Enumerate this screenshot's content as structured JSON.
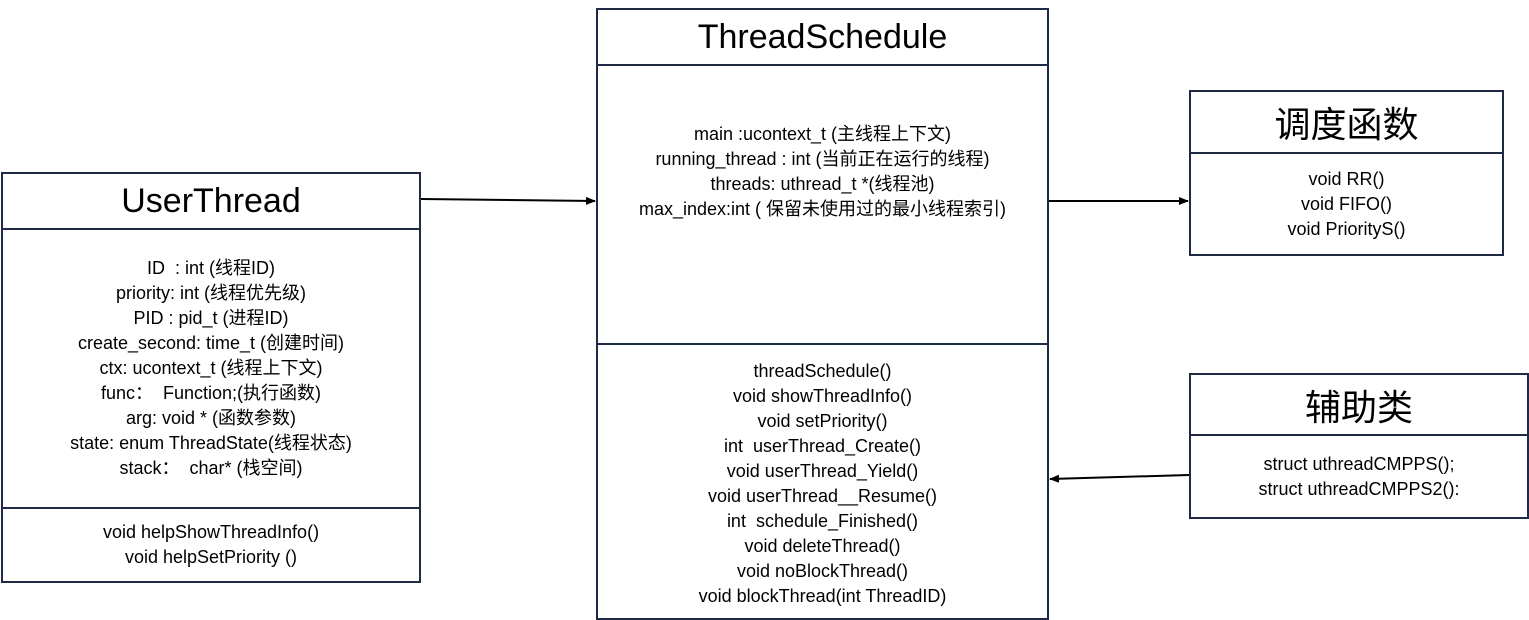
{
  "user_thread": {
    "title": "UserThread",
    "attributes": [
      "ID  : int (线程ID)",
      "priority: int (线程优先级)",
      "PID : pid_t (进程ID)",
      "create_second: time_t (创建时间)",
      "ctx: ucontext_t (线程上下文)",
      "func：  Function;(执行函数)",
      "arg: void * (函数参数)",
      "state: enum ThreadState(线程状态)",
      "stack：  char* (栈空间)"
    ],
    "methods": [
      "void helpShowThreadInfo()",
      "void helpSetPriority ()"
    ]
  },
  "thread_schedule": {
    "title": "ThreadSchedule",
    "attributes": [
      "main :ucontext_t (主线程上下文)",
      "running_thread : int (当前正在运行的线程)",
      "threads: uthread_t *(线程池)",
      "max_index:int ( 保留未使用过的最小线程索引)"
    ],
    "methods": [
      "threadSchedule()",
      "void showThreadInfo()",
      "void setPriority()",
      "int  userThread_Create()",
      "void userThread_Yield()",
      "void userThread__Resume()",
      "int  schedule_Finished()",
      "void deleteThread()",
      "void noBlockThread()",
      "void blockThread(int ThreadID)"
    ]
  },
  "scheduling_functions": {
    "title": "调度函数",
    "methods": [
      "void RR()",
      "void FIFO()",
      "void PriorityS()"
    ]
  },
  "helper_classes": {
    "title": "辅助类",
    "methods": [
      "struct uthreadCMPPS();",
      "struct uthreadCMPPS2():"
    ]
  },
  "colors": {
    "border": "#1f2a44",
    "arrow": "#000000",
    "background": "#ffffff"
  }
}
